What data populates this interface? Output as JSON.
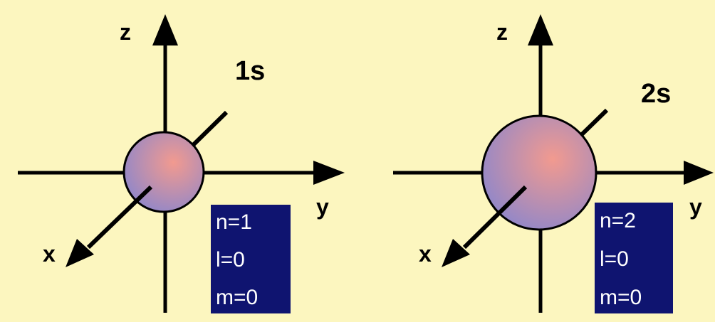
{
  "colors": {
    "background": "#fcf6bf",
    "axis": "#000000",
    "info_box": "#0f1470",
    "info_text": "#ffffff",
    "sphere_center": "#f29a8f",
    "sphere_edge": "#8c86cc"
  },
  "panels": [
    {
      "orbital": "1s",
      "axes": {
        "z": "z",
        "y": "y",
        "x": "x"
      },
      "quantum_numbers": [
        "n=1",
        "l=0",
        "m=0"
      ]
    },
    {
      "orbital": "2s",
      "axes": {
        "z": "z",
        "y": "y",
        "x": "x"
      },
      "quantum_numbers": [
        "n=2",
        "l=0",
        "m=0"
      ]
    }
  ]
}
